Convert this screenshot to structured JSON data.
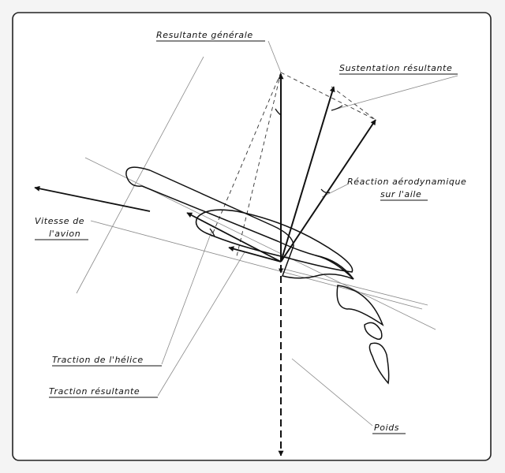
{
  "diagram": {
    "labels": {
      "resultante_generale": "Resultante générale",
      "sustentation": "Sustentation résultante",
      "reaction_line1": "Réaction aérodynamique",
      "reaction_line2": "sur l'aile",
      "vitesse_line1": "Vitesse de",
      "vitesse_line2": "l'avion",
      "traction_helice": "Traction de l'hélice",
      "traction_resultante": "Traction résultante",
      "poids": "Poids"
    },
    "colors": {
      "ink": "#111111",
      "thin_line": "#888888",
      "paper": "#ffffff",
      "background": "#f4f4f4"
    }
  }
}
